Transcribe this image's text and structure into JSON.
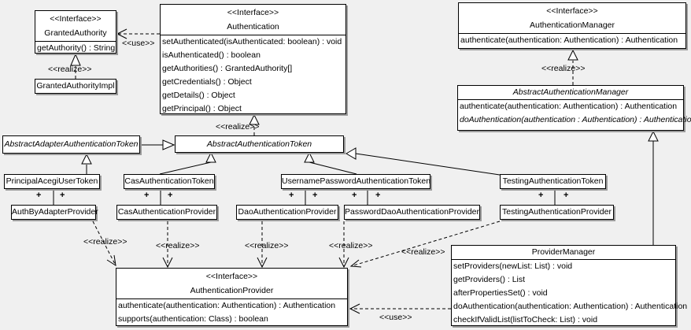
{
  "diagram": {
    "background_color": "#f0f0f0",
    "box_fill_color": "#ffffff",
    "line_color": "#000000",
    "labels": {
      "use": "<<use>>",
      "realize": "<<realize>>",
      "plus": "+"
    }
  },
  "boxes": {
    "granted_authority": {
      "stereotype": "<<Interface>>",
      "title": "GrantedAuthority",
      "methods": [
        "getAuthority() : String"
      ]
    },
    "granted_authority_impl": {
      "title": "GrantedAuthorityImpl"
    },
    "authentication": {
      "stereotype": "<<Interface>>",
      "title": "Authentication",
      "methods": [
        "setAuthenticated(isAuthenticated: boolean) : void",
        "isAuthenticated() : boolean",
        "getAuthorities() : GrantedAuthority[]",
        "getCredentials() : Object",
        "getDetails() : Object",
        "getPrincipal() : Object"
      ]
    },
    "authentication_manager": {
      "stereotype": "<<Interface>>",
      "title": "AuthenticationManager",
      "methods": [
        "authenticate(authentication: Authentication) : Authentication"
      ]
    },
    "abstract_authentication_manager": {
      "title": "AbstractAuthenticationManager",
      "methods": [
        "authenticate(authentication: Authentication) : Authentication",
        "doAuthentication(authentication : Authentication) : Authentication"
      ]
    },
    "abstract_adapter_authentication_token": {
      "title": "AbstractAdapterAuthenticationToken"
    },
    "abstract_authentication_token": {
      "title": "AbstractAuthenticationToken"
    },
    "principal_acegi_user_token": {
      "title": "PrincipalAcegiUserToken"
    },
    "cas_authentication_token": {
      "title": "CasAuthenticationToken"
    },
    "username_password_authentication_token": {
      "title": "UsernamePasswordAuthenticationToken"
    },
    "testing_authentication_token": {
      "title": "TestingAuthenticationToken"
    },
    "auth_by_adapter_provider": {
      "title": "AuthByAdapterProvider"
    },
    "cas_authentication_provider": {
      "title": "CasAuthenticationProvider"
    },
    "dao_authentication_provider": {
      "title": "DaoAuthenticationProvider"
    },
    "password_dao_authentication_provider": {
      "title": "PasswordDaoAuthenticationProvider"
    },
    "testing_authentication_provider": {
      "title": "TestingAuthenticationProvider"
    },
    "authentication_provider": {
      "stereotype": "<<Interface>>",
      "title": "AuthenticationProvider",
      "methods": [
        "authenticate(authentication: Authentication) : Authentication",
        "supports(authentication: Class) : boolean"
      ]
    },
    "provider_manager": {
      "title": "ProviderManager",
      "methods": [
        "setProviders(newList: List) : void",
        "getProviders() : List",
        "afterPropertiesSet() : void",
        "doAuthentication(authentication: Authentication) : Authentication",
        "checkIfValidList(listToCheck: List) : void"
      ]
    }
  }
}
